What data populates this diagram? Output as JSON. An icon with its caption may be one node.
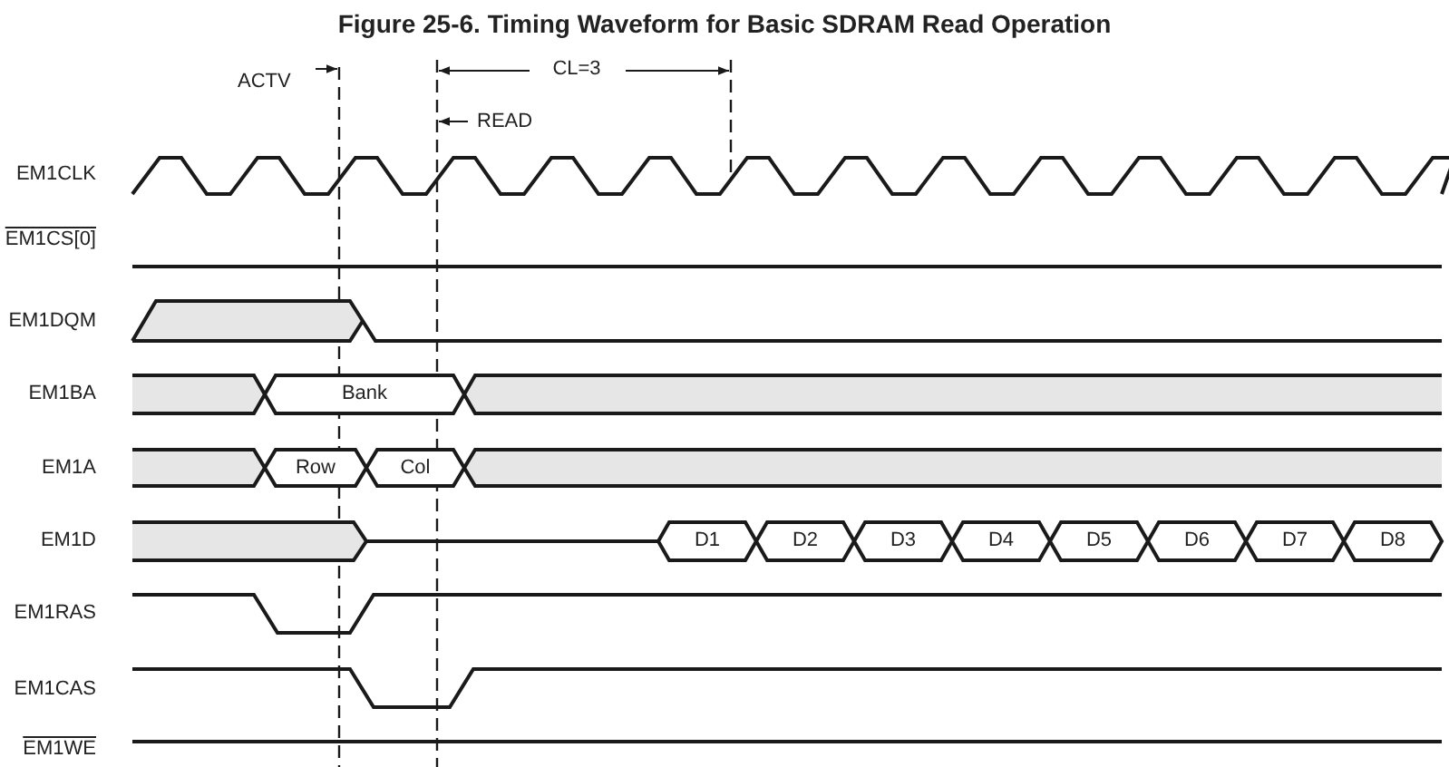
{
  "diagram": {
    "title": "Figure 25-6. Timing Waveform for Basic SDRAM Read Operation",
    "nodes": [
      {
        "text": [
          "Bank"
        ]
      },
      {
        "text": [
          "Row"
        ]
      },
      {
        "text": [
          "Col"
        ]
      },
      {
        "text": [
          "D1"
        ]
      },
      {
        "text": [
          "D2"
        ]
      },
      {
        "text": [
          "D3"
        ]
      },
      {
        "text": [
          "D4"
        ]
      },
      {
        "text": [
          "D5"
        ]
      },
      {
        "text": [
          "D6"
        ]
      },
      {
        "text": [
          "D7"
        ]
      },
      {
        "text": [
          "D8"
        ]
      }
    ],
    "labels": [
      "CL=3",
      "ACTV",
      "READ",
      "EM1CLK",
      "EM1CS[0]",
      "EM1DQM",
      "EM1BA",
      "EM1A",
      "EM1D",
      "EM1RAS",
      "EM1CAS",
      "EM1WE"
    ]
  }
}
